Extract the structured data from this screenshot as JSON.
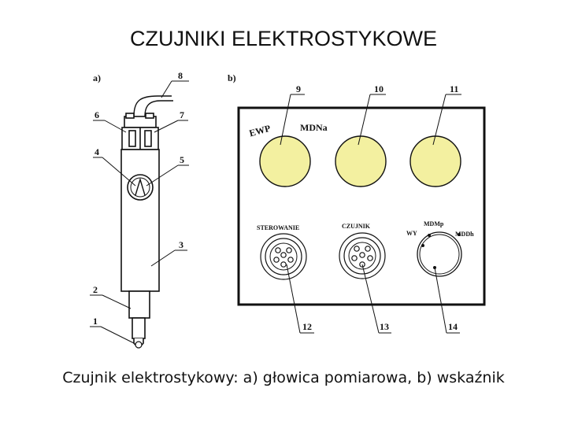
{
  "title": "CZUJNIKI ELEKTROSTYKOWE",
  "caption": "Czujnik elektrostykowy: a) głowica pomiarowa, b) wskaźnik",
  "diagram": {
    "part_a_label": "a)",
    "part_b_label": "b)",
    "numbers": [
      "1",
      "2",
      "3",
      "4",
      "5",
      "6",
      "7",
      "8",
      "9",
      "10",
      "11",
      "12",
      "13",
      "14"
    ],
    "panel": {
      "logo": "EWP",
      "model": "MDNa",
      "connector_left": "STEROWANIE",
      "connector_mid": "CZUJNIK",
      "switch_label": "MDMp",
      "switch_left": "WY",
      "switch_right": "MDDh"
    },
    "lamp_color": "#f3f0a0"
  }
}
